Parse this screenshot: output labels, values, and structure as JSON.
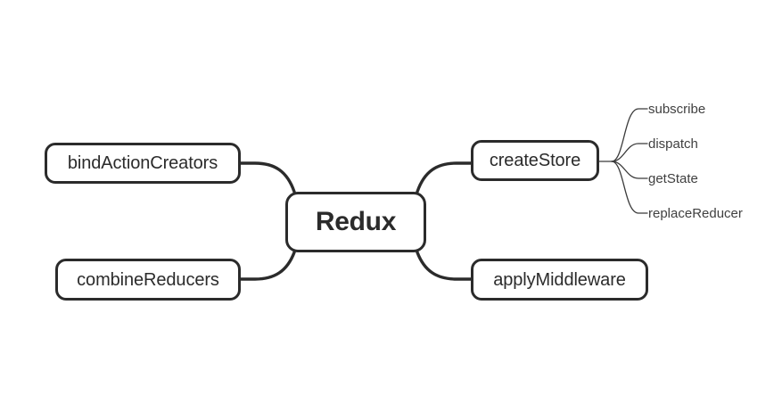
{
  "diagram": {
    "type": "mind-map",
    "title": "Redux",
    "background_color": "#ffffff",
    "node_border_color": "#2b2b2b",
    "leaf_text_color": "#404040",
    "root": {
      "label": "Redux"
    },
    "branches": [
      {
        "id": "bindactioncreators",
        "label": "bindActionCreators",
        "side": "left",
        "children": []
      },
      {
        "id": "combinereducers",
        "label": "combineReducers",
        "side": "left",
        "children": []
      },
      {
        "id": "createstore",
        "label": "createStore",
        "side": "right",
        "children": [
          {
            "id": "subscribe",
            "label": "subscribe"
          },
          {
            "id": "dispatch",
            "label": "dispatch"
          },
          {
            "id": "getstate",
            "label": "getState"
          },
          {
            "id": "replacereducer",
            "label": "replaceReducer"
          }
        ]
      },
      {
        "id": "applymiddleware",
        "label": "applyMiddleware",
        "side": "right",
        "children": []
      }
    ]
  }
}
